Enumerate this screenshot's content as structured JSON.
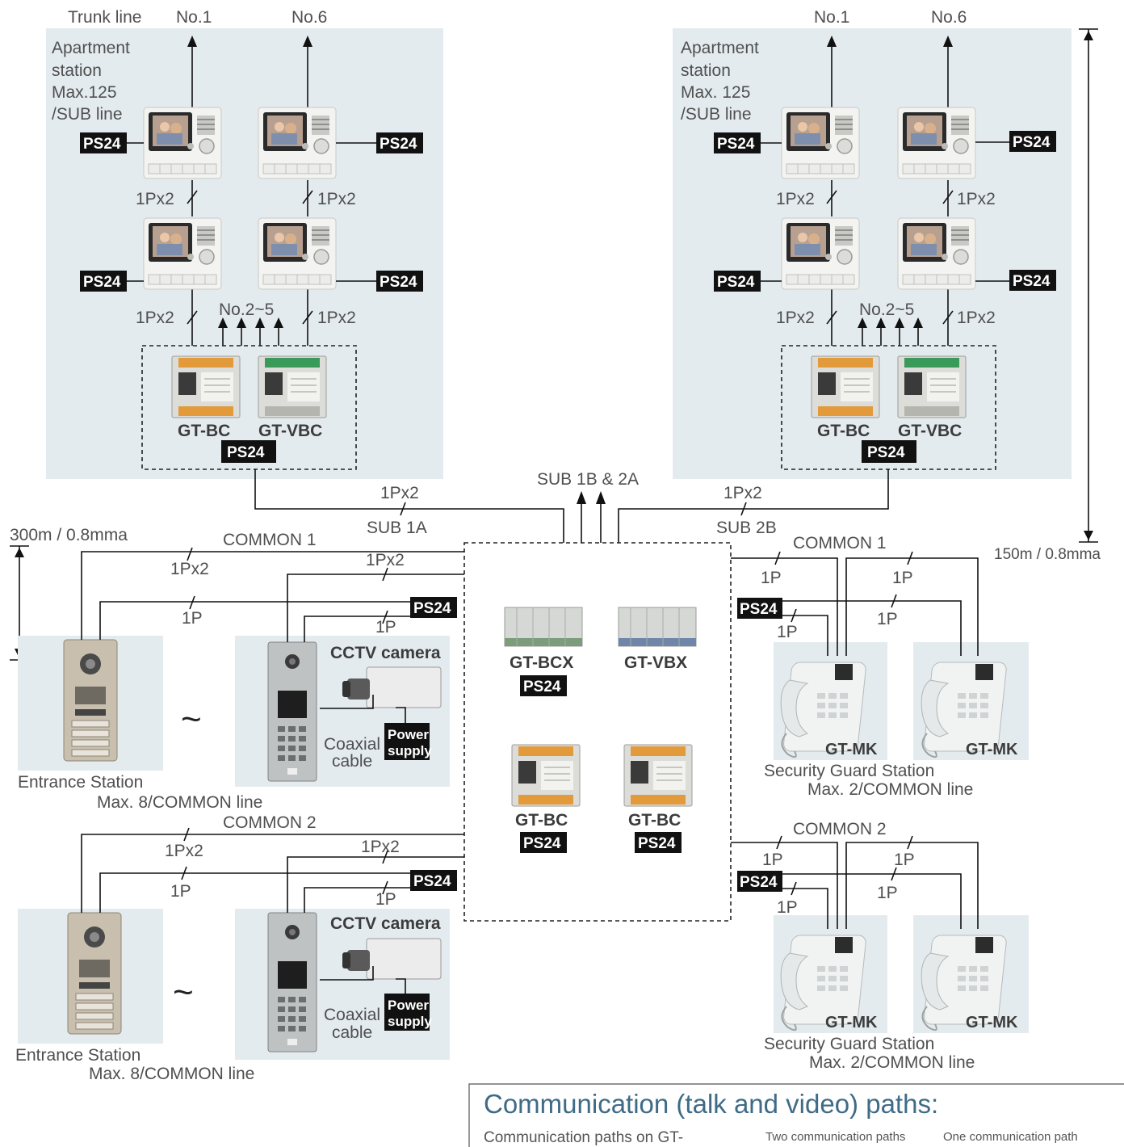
{
  "top": {
    "trunk_line": "Trunk line",
    "no1": "No.1",
    "no6": "No.6",
    "no2_5": "No.2~5",
    "apartment_left": [
      "Apartment",
      "station",
      "Max.125",
      "/SUB line"
    ],
    "apartment_right": [
      "Apartment",
      "station",
      "Max. 125",
      "/SUB line"
    ]
  },
  "labels": {
    "ps24": "PS24",
    "p1x2": "1Px2",
    "p1": "1P",
    "gt_bc": "GT-BC",
    "gt_vbc": "GT-VBC",
    "gt_bcx": "GT-BCX",
    "gt_vbx": "GT-VBX",
    "gt_mk": "GT-MK",
    "cctv": "CCTV camera",
    "coaxial": "Coaxial",
    "cable": "cable",
    "power": "Power",
    "supply": "supply",
    "tilde": "~"
  },
  "lines": {
    "sub1a": "SUB 1A",
    "sub2b": "SUB 2B",
    "sub1b2a": "SUB 1B & 2A",
    "common1": "COMMON 1",
    "common2": "COMMON 2",
    "dist_left": "300m / 0.8mma",
    "dist_right": "150m / 0.8mma"
  },
  "stations": {
    "entrance": "Entrance Station",
    "entrance_max": "Max. 8/COMMON line",
    "guard": "Security Guard Station",
    "guard_max": "Max. 2/COMMON line"
  },
  "comm": {
    "title": "Communication (talk and video) paths:",
    "sub": "Communication paths on GT-",
    "two": "Two communication paths",
    "one": "One communication path"
  }
}
